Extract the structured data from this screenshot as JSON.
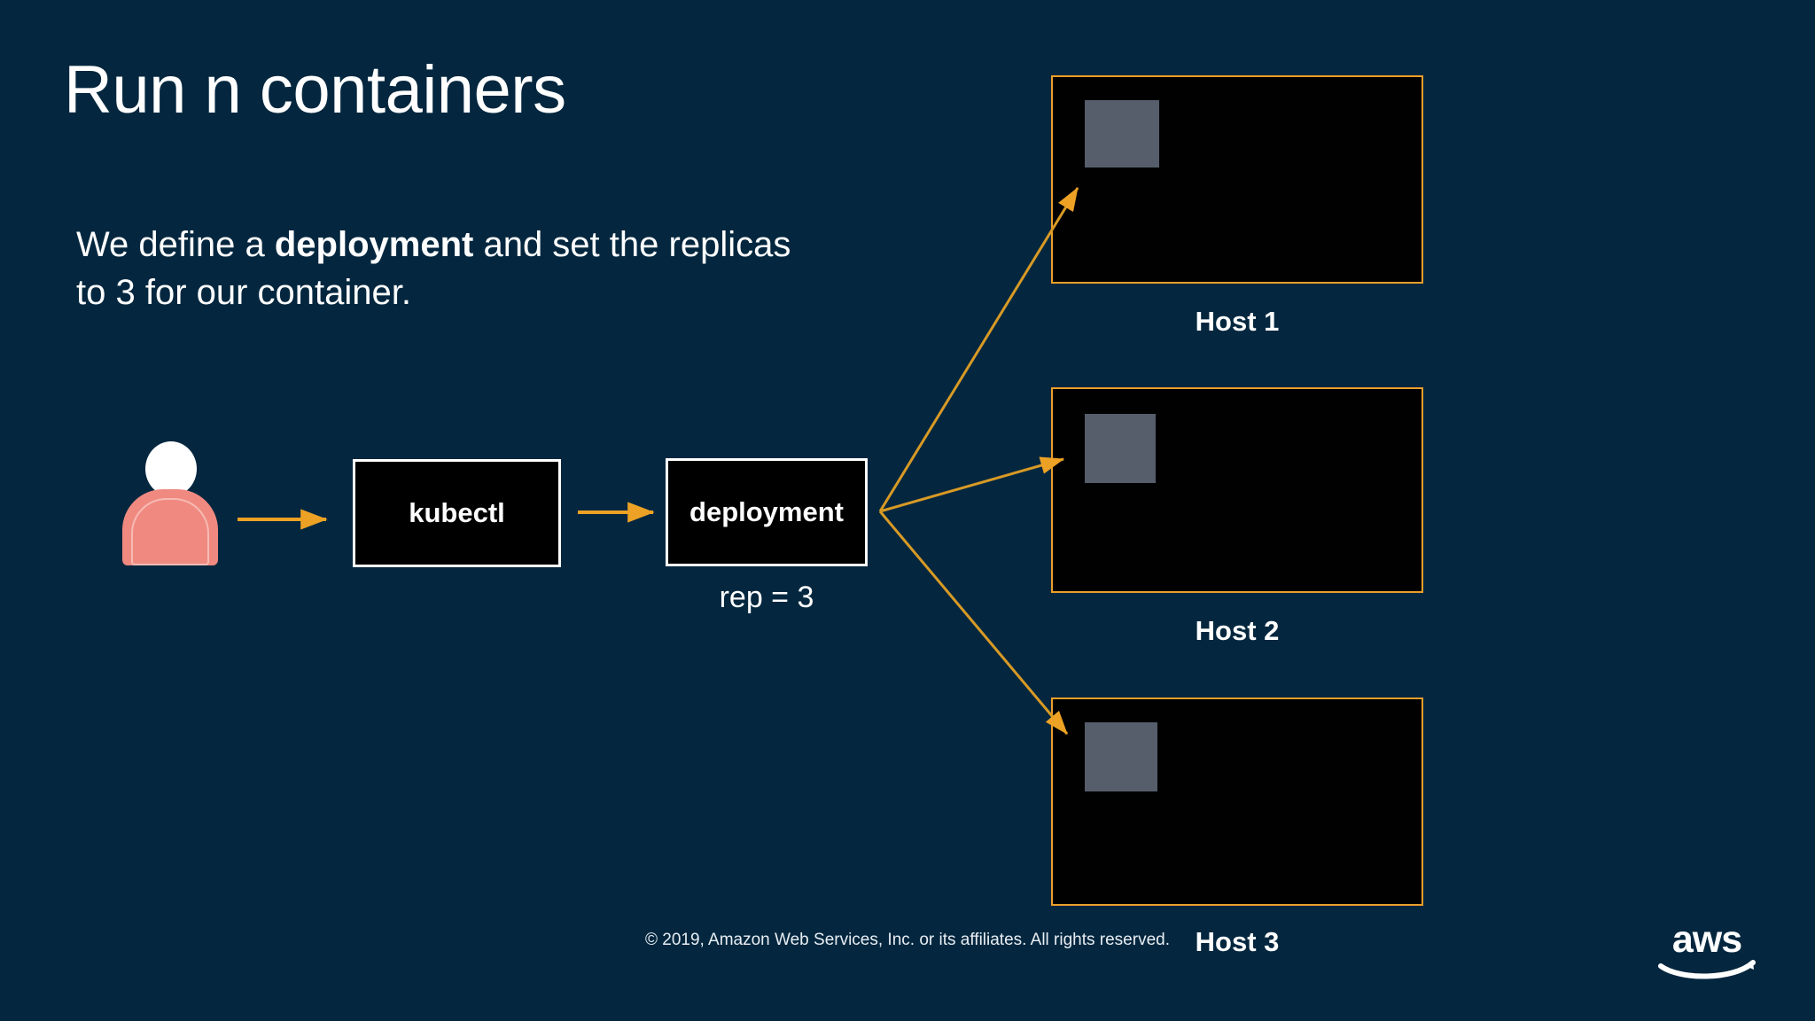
{
  "slide": {
    "title": "Run n containers",
    "background_color": "#04273f",
    "accent_orange": "#ec9f2a",
    "person_color": "#f08a80",
    "container_gray": "#565d6b",
    "box_fill": "#000000",
    "text_color": "#ffffff"
  },
  "body": {
    "line1_pre": "We define a ",
    "line1_bold": "deployment",
    "line1_post": " and set the replicas",
    "line2": "to 3 for our container."
  },
  "diagram": {
    "person_label": "user-person-icon",
    "kubectl_box": "kubectl",
    "deployment_box": "deployment",
    "rep_label": "rep = 3",
    "arrow_person_to_kubectl": "arrow-right",
    "arrow_kubectl_to_deployment": "arrow-right",
    "fanout_arrow_count": 3
  },
  "hosts": [
    {
      "label": "Host 1",
      "container_count": 1
    },
    {
      "label": "Host 2",
      "container_count": 1
    },
    {
      "label": "Host 3",
      "container_count": 1
    }
  ],
  "footer": {
    "copyright": "© 2019, Amazon Web Services, Inc. or its affiliates. All rights reserved.",
    "logo": "aws-logo"
  }
}
